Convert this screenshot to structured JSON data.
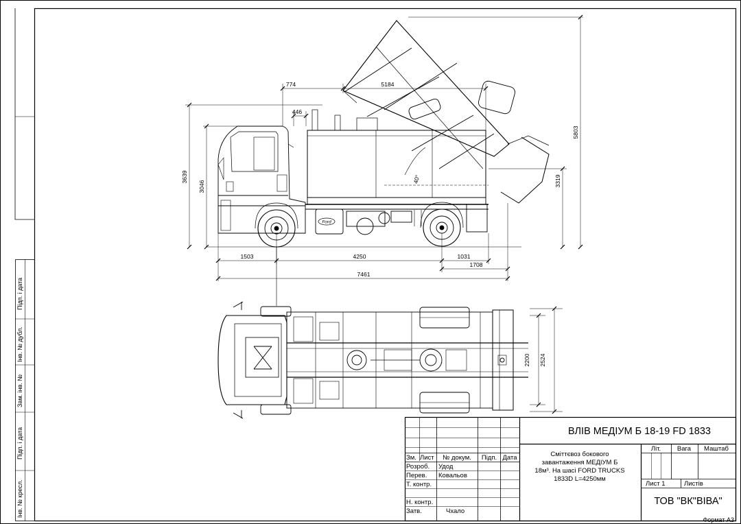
{
  "title_block": {
    "drawing_title": "ВЛІВ МЕДІУМ Б 18-19 FD 1833",
    "description": [
      "Сміттєвоз бокового",
      "завантаження МЕДІУМ Б",
      "18м³. На шасі FORD TRUCKS",
      "1833D L=4250мм"
    ],
    "headers": {
      "zm": "Зм.",
      "list": "Лист",
      "doc": "№ докум.",
      "sign": "Підп.",
      "date": "Дата"
    },
    "roles": {
      "developer": "Розроб.",
      "checked": "Перев.",
      "tech_control": "Т. контр.",
      "norm_control": "Н. контр.",
      "approved": "Затв."
    },
    "names": {
      "developer": "Удод",
      "checked": "Ковальов",
      "approved": "Чхало"
    },
    "lit": "Літ.",
    "mass": "Вага",
    "scale": "Маштаб",
    "sheet": "Лист 1",
    "sheets": "Листів",
    "company": "ТОВ \"ВК\"ВІВА\"",
    "format": "Формат А3"
  },
  "side_stamp": {
    "signature_date": "Підп. і дата",
    "inv_dup": "Інв. № дубл.",
    "replace_inv": "Зам. інв. №",
    "signature_date_2": "Підп. і дата",
    "inv_orig": "Інв. № кресл."
  },
  "dimensions": {
    "side_view": {
      "cab_offset": "774",
      "body_length": "5184",
      "cab_gap": "446",
      "total_height_raised": "5803",
      "body_height": "3639",
      "cab_height": "3046",
      "rear_height": "3319",
      "tilt_angle": "40°",
      "front_overhang": "1503",
      "wheelbase": "4250",
      "rear_overhang": "1031",
      "rear_overhang_total": "1708",
      "overall_length": "7461"
    },
    "top_view": {
      "track_width": "2200",
      "overall_width": "2524"
    }
  },
  "brand_badge": "Ford"
}
